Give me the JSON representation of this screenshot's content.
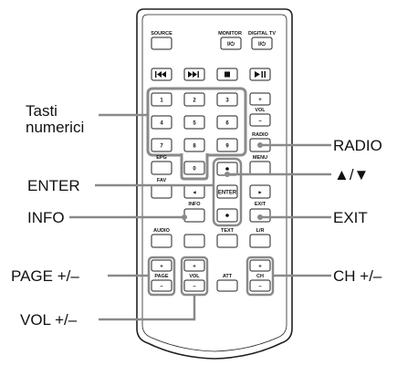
{
  "remote": {
    "top_labels": {
      "source": "SOURCE",
      "monitor": "MONITOR",
      "digital_tv": "DIGITAL TV"
    },
    "power_symbol": "I/⏻",
    "transport_icons": [
      "skip-back-icon",
      "skip-forward-icon",
      "stop-icon",
      "play-pause-icon"
    ],
    "digits": [
      "1",
      "2",
      "3",
      "4",
      "5",
      "6",
      "7",
      "8",
      "9",
      "0"
    ],
    "vol_side": {
      "plus": "+",
      "label": "VOL",
      "minus": "–"
    },
    "labels": {
      "radio": "RADIO",
      "epg": "EPG",
      "menu": "MENU",
      "fav": "FAV",
      "enter": "ENTER",
      "info": "INFO",
      "exit": "EXIT",
      "audio": "AUDIO",
      "text": "TEXT",
      "lr": "L/R",
      "page": "PAGE",
      "vol": "VOL",
      "att": "ATT",
      "ch": "CH"
    },
    "plus": "+",
    "minus": "–"
  },
  "callouts": {
    "number_keys": [
      "Tasti",
      "numerici"
    ],
    "enter": "ENTER",
    "info": "INFO",
    "page": "PAGE +/–",
    "vol": "VOL +/–",
    "radio": "RADIO",
    "arrows": "▲/▼",
    "exit": "EXIT",
    "ch": "CH +/–"
  },
  "colors": {
    "gray": "#8a8a8a",
    "ink": "#111111"
  }
}
